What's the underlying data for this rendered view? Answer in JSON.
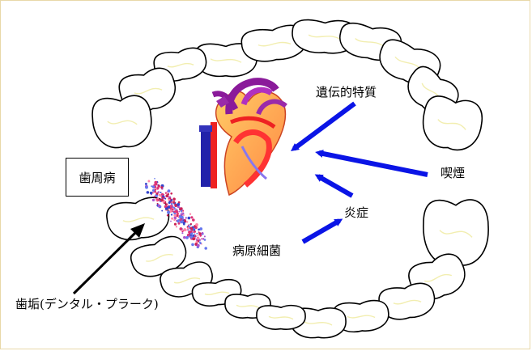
{
  "labels": {
    "periodontal_disease": "歯周病",
    "genetics": "遺伝的特質",
    "smoking": "喫煙",
    "inflammation": "炎症",
    "bacteria": "病原細菌",
    "plaque": "歯垢(デンタル・プラーク)"
  },
  "icons": {
    "heart": "heart-icon",
    "plaque": "plaque-cluster-icon",
    "teeth": "tooth-icon"
  },
  "colors": {
    "arrow_blue": "#0a14e6",
    "arrow_black": "#000000",
    "tooth_stroke": "#000000",
    "tooth_vein": "#f2eeb0",
    "frame": "#e8d8a8"
  }
}
